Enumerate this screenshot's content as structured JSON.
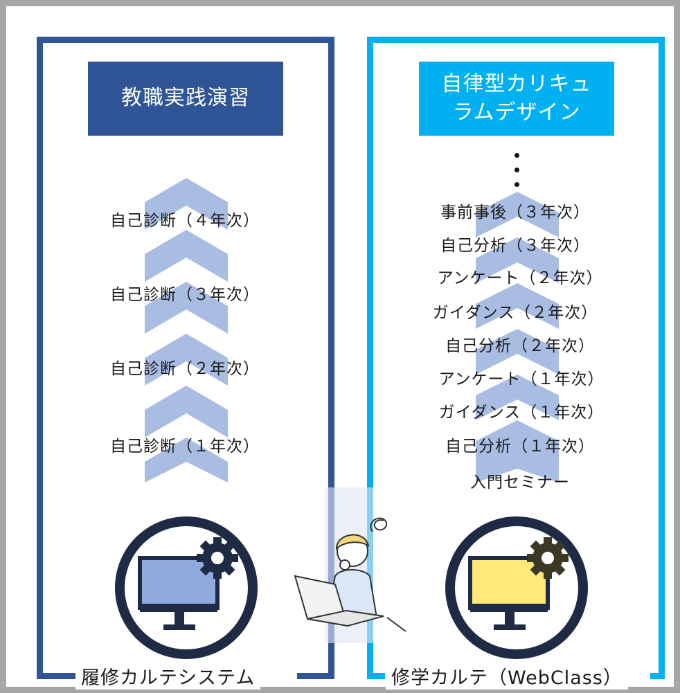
{
  "left_column": {
    "header": "教職実践演習",
    "stages": [
      "自己診断（４年次）",
      "自己診断（３年次）",
      "自己診断（２年次）",
      "自己診断（１年次）"
    ],
    "footer": "履修カルテシステム"
  },
  "right_column": {
    "header": "自律型カリキュ\nラムデザイン",
    "ellipsis": "⋮",
    "stages": [
      "事前事後（３年次）",
      "自己分析（３年次）",
      "アンケート（２年次）",
      "ガイダンス（２年次）",
      "自己分析（２年次）",
      "アンケート（１年次）",
      "ガイダンス（１年次）",
      "自己分析（１年次）",
      "入門セミナー"
    ],
    "footer": "修学カルテ（WebClass）"
  },
  "colors": {
    "left_accent": "#2f5597",
    "right_accent": "#00b0f0",
    "chevron": "#a9bde3",
    "left_monitor": "#8faadc",
    "right_monitor": "#ffe97a",
    "frame": "#a6a6a6",
    "circle": "#1f2a44"
  },
  "icons": [
    "computer-settings-icon",
    "computer-settings-icon",
    "person-with-laptop-illustration"
  ]
}
